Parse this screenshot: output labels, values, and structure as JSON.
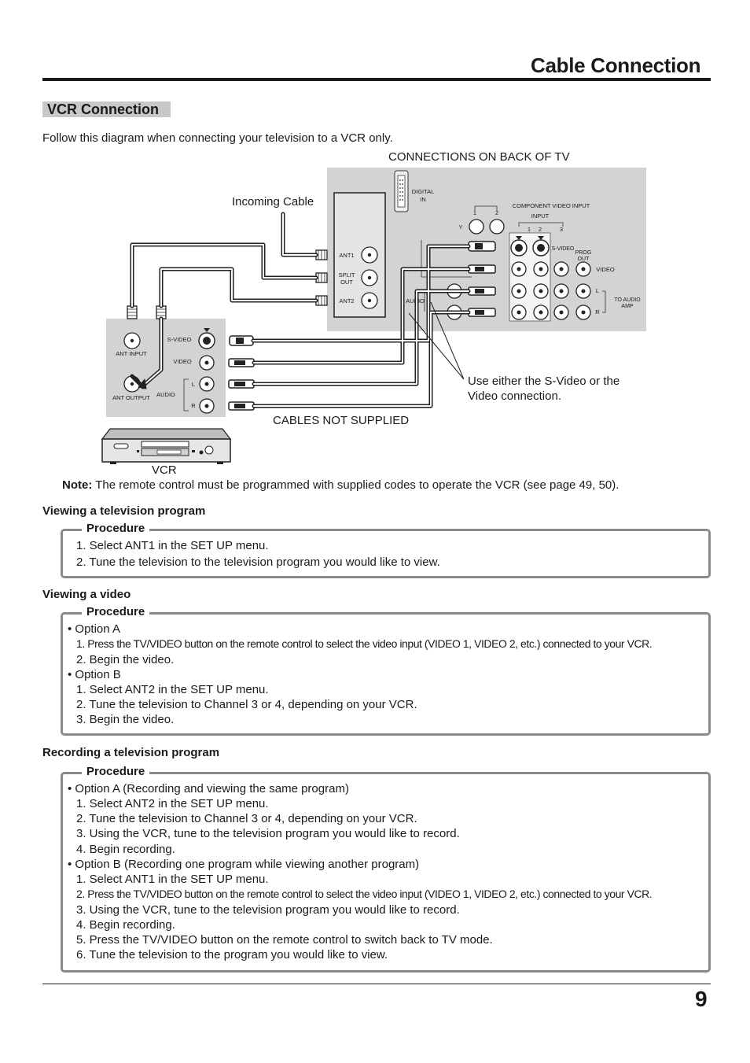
{
  "header": {
    "title": "Cable Connection"
  },
  "section": {
    "title": "VCR Connection"
  },
  "intro": "Follow this diagram when connecting your television to a VCR only.",
  "diagram": {
    "tv_back_label": "CONNECTIONS ON BACK OF TV",
    "incoming_cable": "Incoming Cable",
    "cables_not_supplied": "CABLES NOT SUPPLIED",
    "use_either_line1": "Use either the S-Video or the",
    "use_either_line2": "Video connection.",
    "vcr_label": "VCR",
    "tv_panel": {
      "digital_in_1": "DIGITAL",
      "digital_in_2": "IN",
      "component_video_input": "COMPONENT VIDEO INPUT",
      "input": "INPUT",
      "col1": "1",
      "col2": "2",
      "col3": "3",
      "ant1": "ANT1",
      "split_1": "SPLIT",
      "split_2": "OUT",
      "ant2": "ANT2",
      "y": "Y",
      "audio": "AUDIO",
      "s_video": "S-VIDEO",
      "prog_1": "PROG",
      "prog_2": "OUT",
      "video": "VIDEO",
      "l": "L",
      "r": "R",
      "to_audio_1": "TO AUDIO",
      "to_audio_2": "AMP"
    },
    "vcr_panel": {
      "ant_input": "ANT INPUT",
      "ant_output": "ANT OUTPUT",
      "s_video": "S-VIDEO",
      "video": "VIDEO",
      "audio": "AUDIO",
      "l": "L",
      "r": "R"
    }
  },
  "note": {
    "label": "Note:",
    "text": " The remote control must be programmed with supplied codes to operate the VCR (see page 49, 50)."
  },
  "sections": [
    {
      "heading": "Viewing a television program",
      "procedure_label": "Procedure",
      "lines": [
        "1. Select ANT1 in the SET UP menu.",
        "2. Tune the television to the television program you would like to  view."
      ]
    },
    {
      "heading": "Viewing a video",
      "procedure_label": "Procedure",
      "lines": [
        "• Option A",
        "1. Press the TV/VIDEO button on the remote control to select the video input (VIDEO 1, VIDEO 2, etc.) connected to your VCR.",
        "2. Begin the video.",
        "• Option B",
        "1. Select ANT2 in the SET UP menu.",
        "2. Tune the television to Channel 3 or 4, depending on your VCR.",
        "3. Begin the video."
      ]
    },
    {
      "heading": "Recording a television program",
      "procedure_label": "Procedure",
      "lines": [
        "• Option A (Recording and viewing the same program)",
        "1. Select ANT2 in the SET UP menu.",
        "2. Tune the television to Channel 3 or 4, depending on your VCR.",
        "3. Using the VCR, tune to the television program you would like to record.",
        "4. Begin recording.",
        "• Option B (Recording one program while viewing another program)",
        "1. Select ANT1 in the SET UP menu.",
        "2. Press the TV/VIDEO button on the remote control to select the video input (VIDEO 1, VIDEO 2, etc.) connected to your VCR.",
        "3. Using the VCR, tune to the television program you would like to record.",
        "4. Begin recording.",
        "5. Press the TV/VIDEO button on the remote control to switch back to TV mode.",
        "6. Tune the television to the program you would like to view."
      ]
    }
  ],
  "footer": {
    "page_number": "9"
  }
}
